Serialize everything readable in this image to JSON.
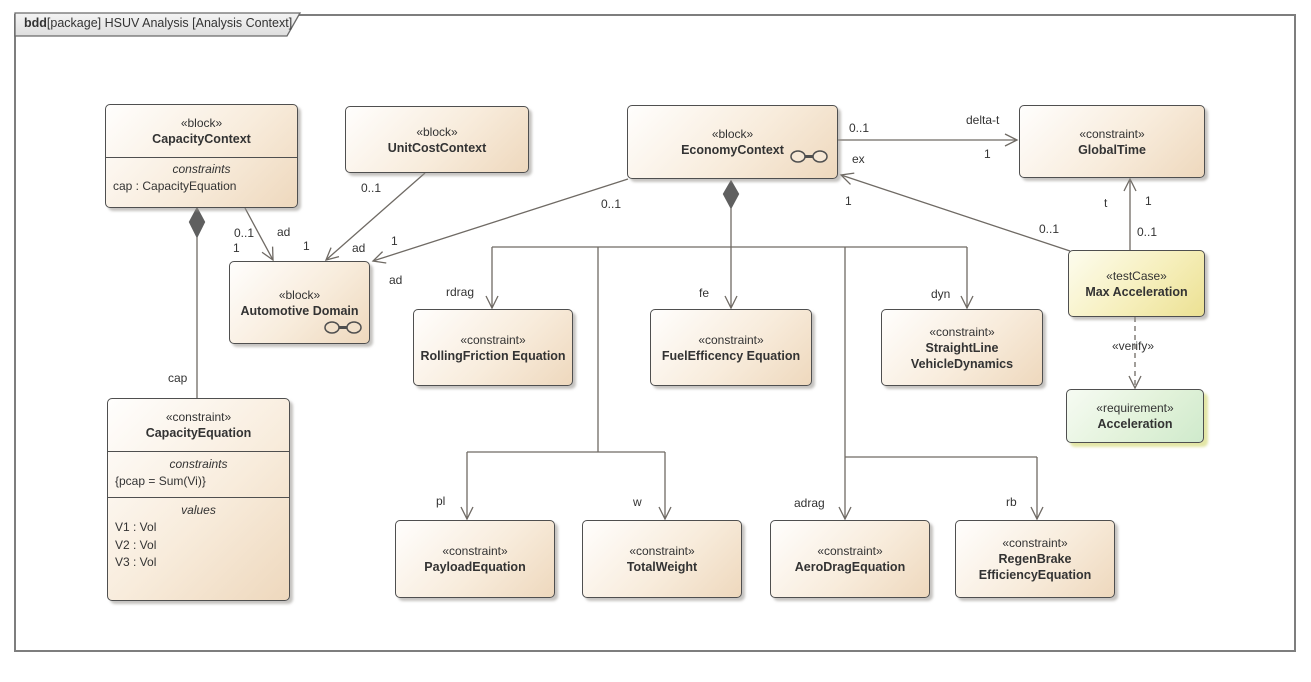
{
  "frame": {
    "tab_bold": "bdd",
    "tab_text": "[package] HSUV Analysis [Analysis Context]"
  },
  "blocks": {
    "capacityContext": {
      "stereotype": "«block»",
      "name": "CapacityContext",
      "constraints_label": "constraints",
      "constraint_item": "cap : CapacityEquation"
    },
    "unitCostContext": {
      "stereotype": "«block»",
      "name": "UnitCostContext"
    },
    "economyContext": {
      "stereotype": "«block»",
      "name": "EconomyContext"
    },
    "globalTime": {
      "stereotype": "«constraint»",
      "name": "GlobalTime"
    },
    "automotiveDomain": {
      "stereotype": "«block»",
      "name": "Automotive Domain"
    },
    "maxAcceleration": {
      "stereotype": "«testCase»",
      "name": "Max Acceleration"
    },
    "rollingFriction": {
      "stereotype": "«constraint»",
      "name": "RollingFriction Equation"
    },
    "fuelEfficency": {
      "stereotype": "«constraint»",
      "name": "FuelEfficency Equation"
    },
    "straightLine": {
      "stereotype": "«constraint»",
      "name_line1": "StraightLine",
      "name_line2": "VehicleDynamics"
    },
    "acceleration": {
      "stereotype": "«requirement»",
      "name": "Acceleration"
    },
    "capacityEquation": {
      "stereotype": "«constraint»",
      "name": "CapacityEquation",
      "constraints_label": "constraints",
      "constraint_expr": "{pcap = Sum(Vi)}",
      "values_label": "values",
      "values": [
        "V1 : Vol",
        "V2 : Vol",
        "V3 : Vol"
      ]
    },
    "payloadEquation": {
      "stereotype": "«constraint»",
      "name": "PayloadEquation"
    },
    "totalWeight": {
      "stereotype": "«constraint»",
      "name": "TotalWeight"
    },
    "aeroDragEquation": {
      "stereotype": "«constraint»",
      "name": "AeroDragEquation"
    },
    "regenBrake": {
      "stereotype": "«constraint»",
      "name_line1": "RegenBrake",
      "name_line2": "EfficiencyEquation"
    }
  },
  "edges": {
    "delta_t": {
      "name": "delta-t",
      "source_mult": "0..1",
      "target_mult": "1"
    },
    "ex": {
      "role": "ex",
      "target_mult": "1",
      "source_mult": "0..1"
    },
    "t": {
      "role": "t",
      "target_mult": "1",
      "source_mult": "0..1"
    },
    "cap_ad": {
      "source_mult": "0..1",
      "target_mult": "1",
      "role": "ad"
    },
    "unit_ad": {
      "source_mult": "0..1",
      "target_mult": "1",
      "role": "ad"
    },
    "eco_ad": {
      "source_mult": "0..1",
      "target_mult": "1",
      "role": "ad"
    },
    "cap": {
      "role": "cap"
    },
    "rdrag": {
      "role": "rdrag"
    },
    "fe": {
      "role": "fe"
    },
    "dyn": {
      "role": "dyn"
    },
    "pl": {
      "role": "pl"
    },
    "w": {
      "role": "w"
    },
    "adrag": {
      "role": "adrag"
    },
    "rb": {
      "role": "rb"
    },
    "verify": {
      "stereotype": "«verify»"
    }
  },
  "colors": {
    "block_fill": "#eed8bd",
    "testcase_fill": "#ece193",
    "requirement_fill": "#cfeacc",
    "line": "#6f6a64",
    "border": "#4f4f4f"
  }
}
